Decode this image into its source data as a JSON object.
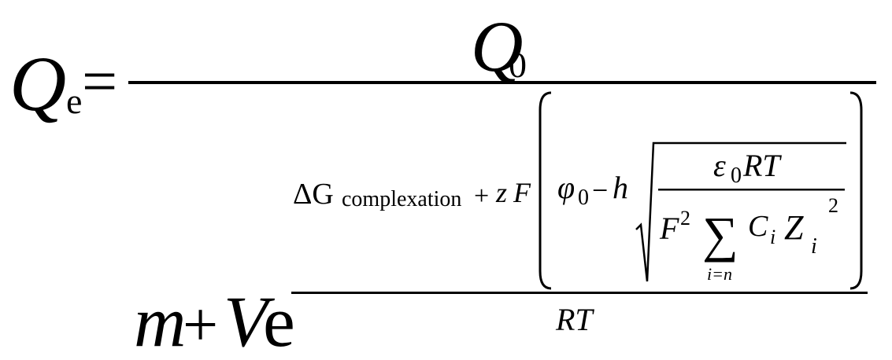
{
  "equation": {
    "lhs": {
      "symbol": "Q",
      "subscript": "e",
      "equals": "="
    },
    "numerator": {
      "symbol": "Q",
      "subscript": "0"
    },
    "denominator": {
      "m": "m",
      "plus": "+",
      "V": "V",
      "e": "e",
      "exponent": {
        "delta": "ΔG",
        "delta_sub": "complexation",
        "plus_zf": "+",
        "z": "z",
        "F": "F",
        "phi": "φ",
        "phi_sub": "0",
        "minus": "−",
        "h": "h",
        "sqrt_num_eps": "ε",
        "sqrt_num_eps_sub": "0",
        "sqrt_num_RT": "RT",
        "sqrt_den_F": "F",
        "sqrt_den_F_sup": "2",
        "sum_symbol": "∑",
        "sum_index": "i=n",
        "C": "C",
        "C_sub": "i",
        "Z": "Z",
        "Z_sub": "i",
        "Z_sup": "2",
        "exp_den_RT": "RT"
      }
    }
  }
}
